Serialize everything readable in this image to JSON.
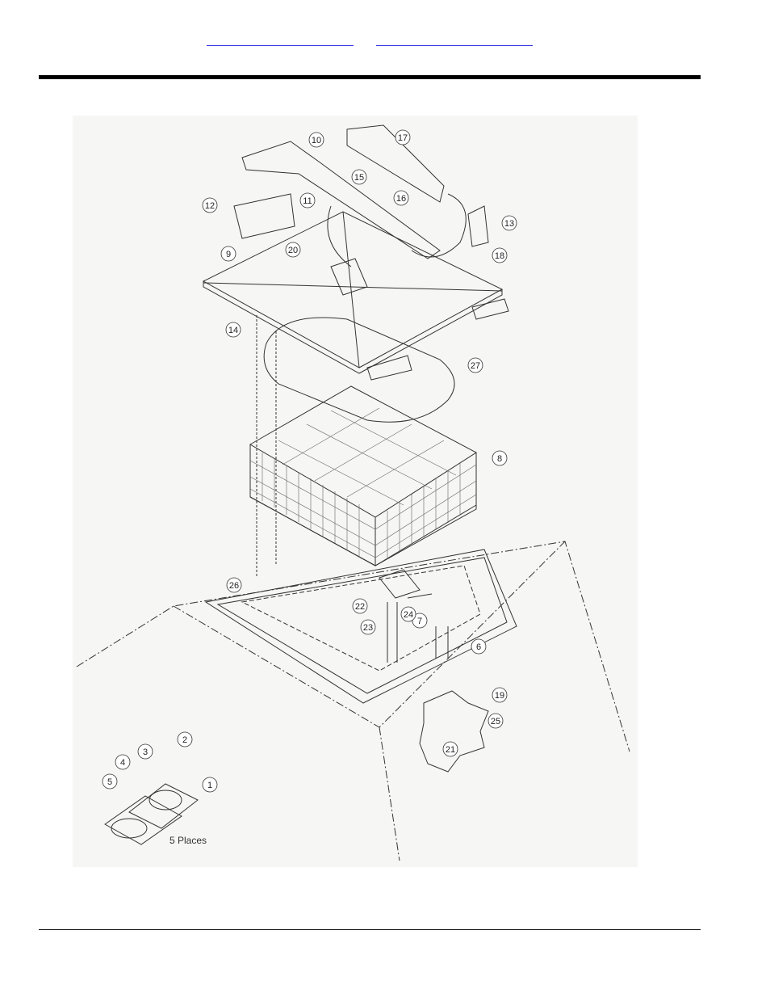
{
  "nav": {
    "link1": "",
    "link2": ""
  },
  "callouts": [
    "1",
    "2",
    "3",
    "4",
    "5",
    "6",
    "7",
    "8",
    "9",
    "10",
    "11",
    "12",
    "13",
    "14",
    "15",
    "16",
    "17",
    "18",
    "19",
    "20",
    "21",
    "22",
    "23",
    "24",
    "25",
    "26",
    "27"
  ],
  "note": "5 Places"
}
